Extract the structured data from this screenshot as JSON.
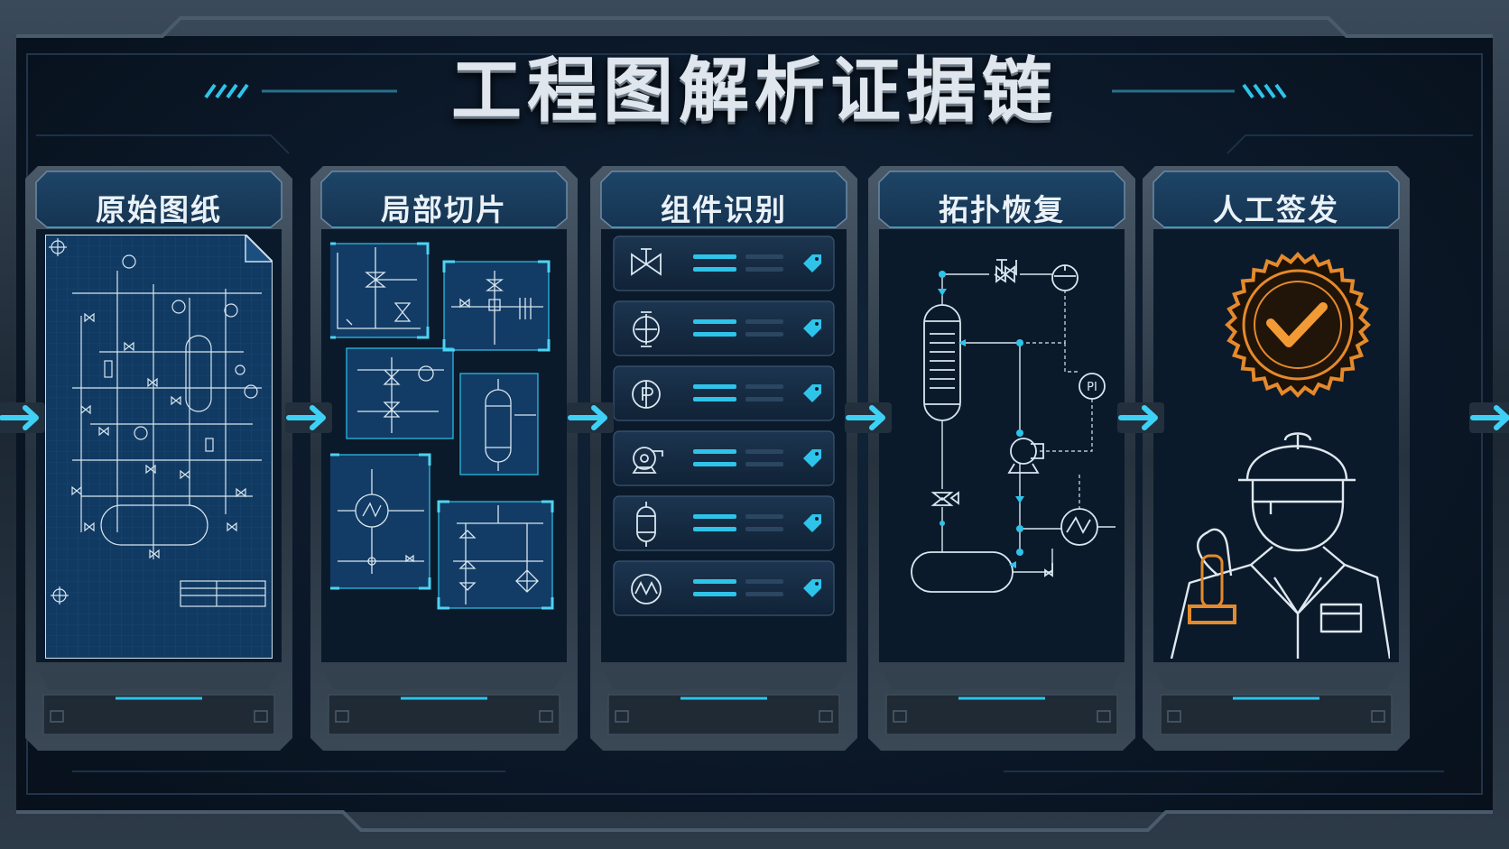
{
  "title": "工程图解析证据链",
  "steps": [
    {
      "label": "原始图纸"
    },
    {
      "label": "局部切片"
    },
    {
      "label": "组件识别"
    },
    {
      "label": "拓扑恢复"
    },
    {
      "label": "人工签发"
    }
  ],
  "component_rows": [
    {
      "icon": "gate-valve-icon"
    },
    {
      "icon": "level-gauge-icon"
    },
    {
      "icon": "pressure-indicator-icon"
    },
    {
      "icon": "pump-icon"
    },
    {
      "icon": "vessel-icon"
    },
    {
      "icon": "heat-exchanger-icon"
    }
  ],
  "topology_labels": {
    "pi": "PI"
  },
  "colors": {
    "accent": "#2ec4ea",
    "seal": "#e58a2c",
    "background": "#0b1828",
    "line": "#d8e6f0"
  }
}
